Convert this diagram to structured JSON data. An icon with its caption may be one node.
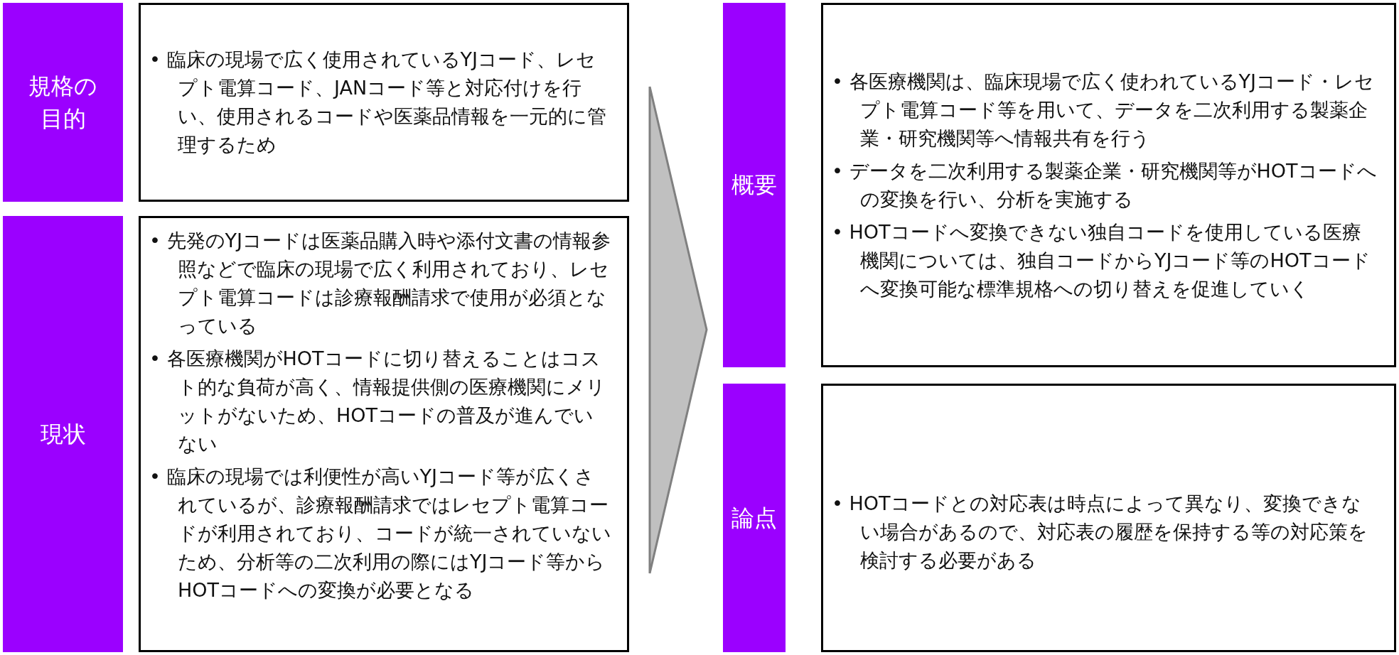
{
  "diagram": {
    "nodes": [
      {
        "text": [
          "規格の目的"
        ]
      },
      {
        "text": [
          "• 臨床の現場で広く使用されているYJコード、レセプト電算コード、JANコード等と対応付けを行い、使用されるコードや医薬品情報を一元的に管理するため"
        ]
      },
      {
        "text": [
          "現状"
        ]
      },
      {
        "text": [
          "• 先発のYJコードは医薬品購入時や添付文書の情報参照などで臨床の現場で広く利用されており、レセプト電算コードは診療報酬請求で使用が必須となっている",
          "• 各医療機関がHOTコードに切り替えることはコスト的な負荷が高く、情報提供側の医療機関にメリットがないため、HOTコードの普及が進んでいない",
          "• 臨床の現場では利便性が高いYJコード等が広くされているが、診療報酬請求ではレセプト電算コードが利用されており、コードが統一されていないため、分析等の二次利用の際にはYJコード等からHOTコードへの変換が必要となる"
        ]
      },
      {
        "text": [
          "概要"
        ]
      },
      {
        "text": [
          "• 各医療機関は、臨床現場で広く使われているYJコード・レセプト電算コード等を用いて、データを二次利用する製薬企業・研究機関等へ情報共有を行う",
          "• データを二次利用する製薬企業・研究機関等がHOTコードへの変換を行い、分析を実施する",
          "• HOTコードへ変換できない独自コードを使用している医療機関については、独自コードからYJコード等のHOTコードへ変換可能な標準規格への切り替えを促進していく"
        ]
      },
      {
        "text": [
          "論点"
        ]
      },
      {
        "text": [
          "• HOTコードとの対応表は時点によって異なり、変換できない場合があるので、対応表の履歴を保持する等の対応策を検討する必要がある"
        ]
      }
    ]
  }
}
